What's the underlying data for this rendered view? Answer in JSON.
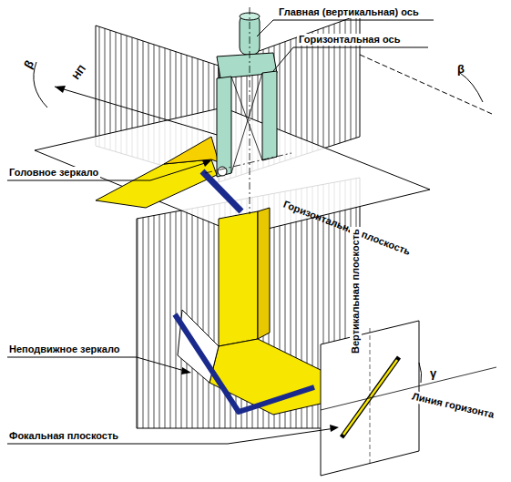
{
  "diagram": {
    "labels": [
      "Главная (вертикальная) ось",
      "Горизонтальная ось",
      "β",
      "НП",
      "β",
      "Головное зеркало",
      "Горизонтальная плоскость",
      "Вертикальная плоскость",
      "Неподвижное зеркало",
      "γ",
      "Линия горизонта",
      "Фокальная плоскость"
    ]
  }
}
